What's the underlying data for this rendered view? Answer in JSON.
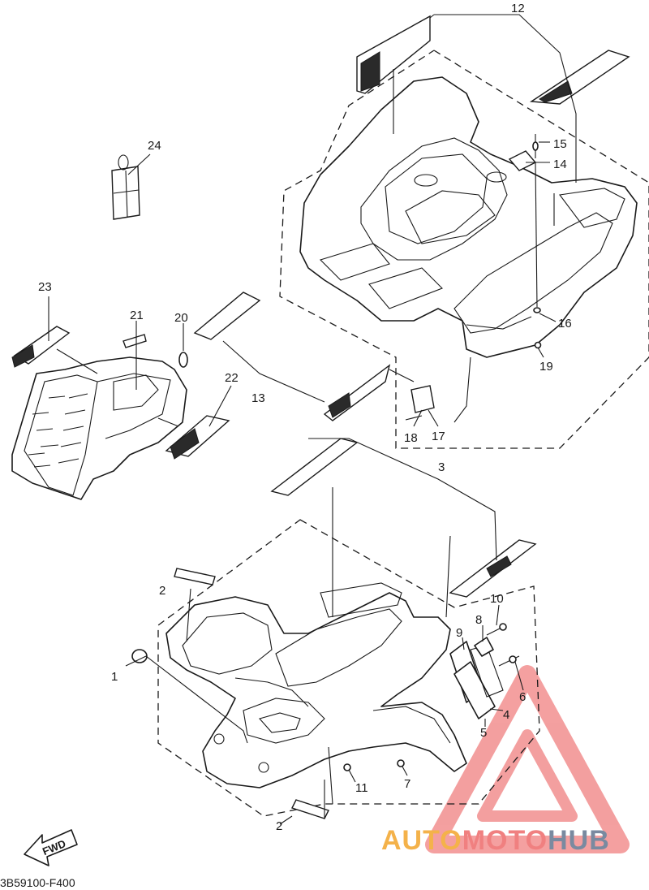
{
  "diagram": {
    "callouts": [
      "1",
      "2",
      "2",
      "3",
      "4",
      "5",
      "6",
      "7",
      "8",
      "9",
      "10",
      "11",
      "12",
      "13",
      "14",
      "15",
      "16",
      "17",
      "18",
      "19",
      "20",
      "21",
      "22",
      "23",
      "24"
    ],
    "part_code": "3B59100-F400",
    "fwd_label": "FWD",
    "watermark": {
      "part1": "AUTO",
      "part2": "MOTO",
      "part3": "HUB"
    }
  },
  "colors": {
    "line": "#1a1a1a",
    "watermark_orange": "#f4b24a",
    "watermark_red": "#f08080",
    "watermark_gray": "#7a8aa0"
  }
}
